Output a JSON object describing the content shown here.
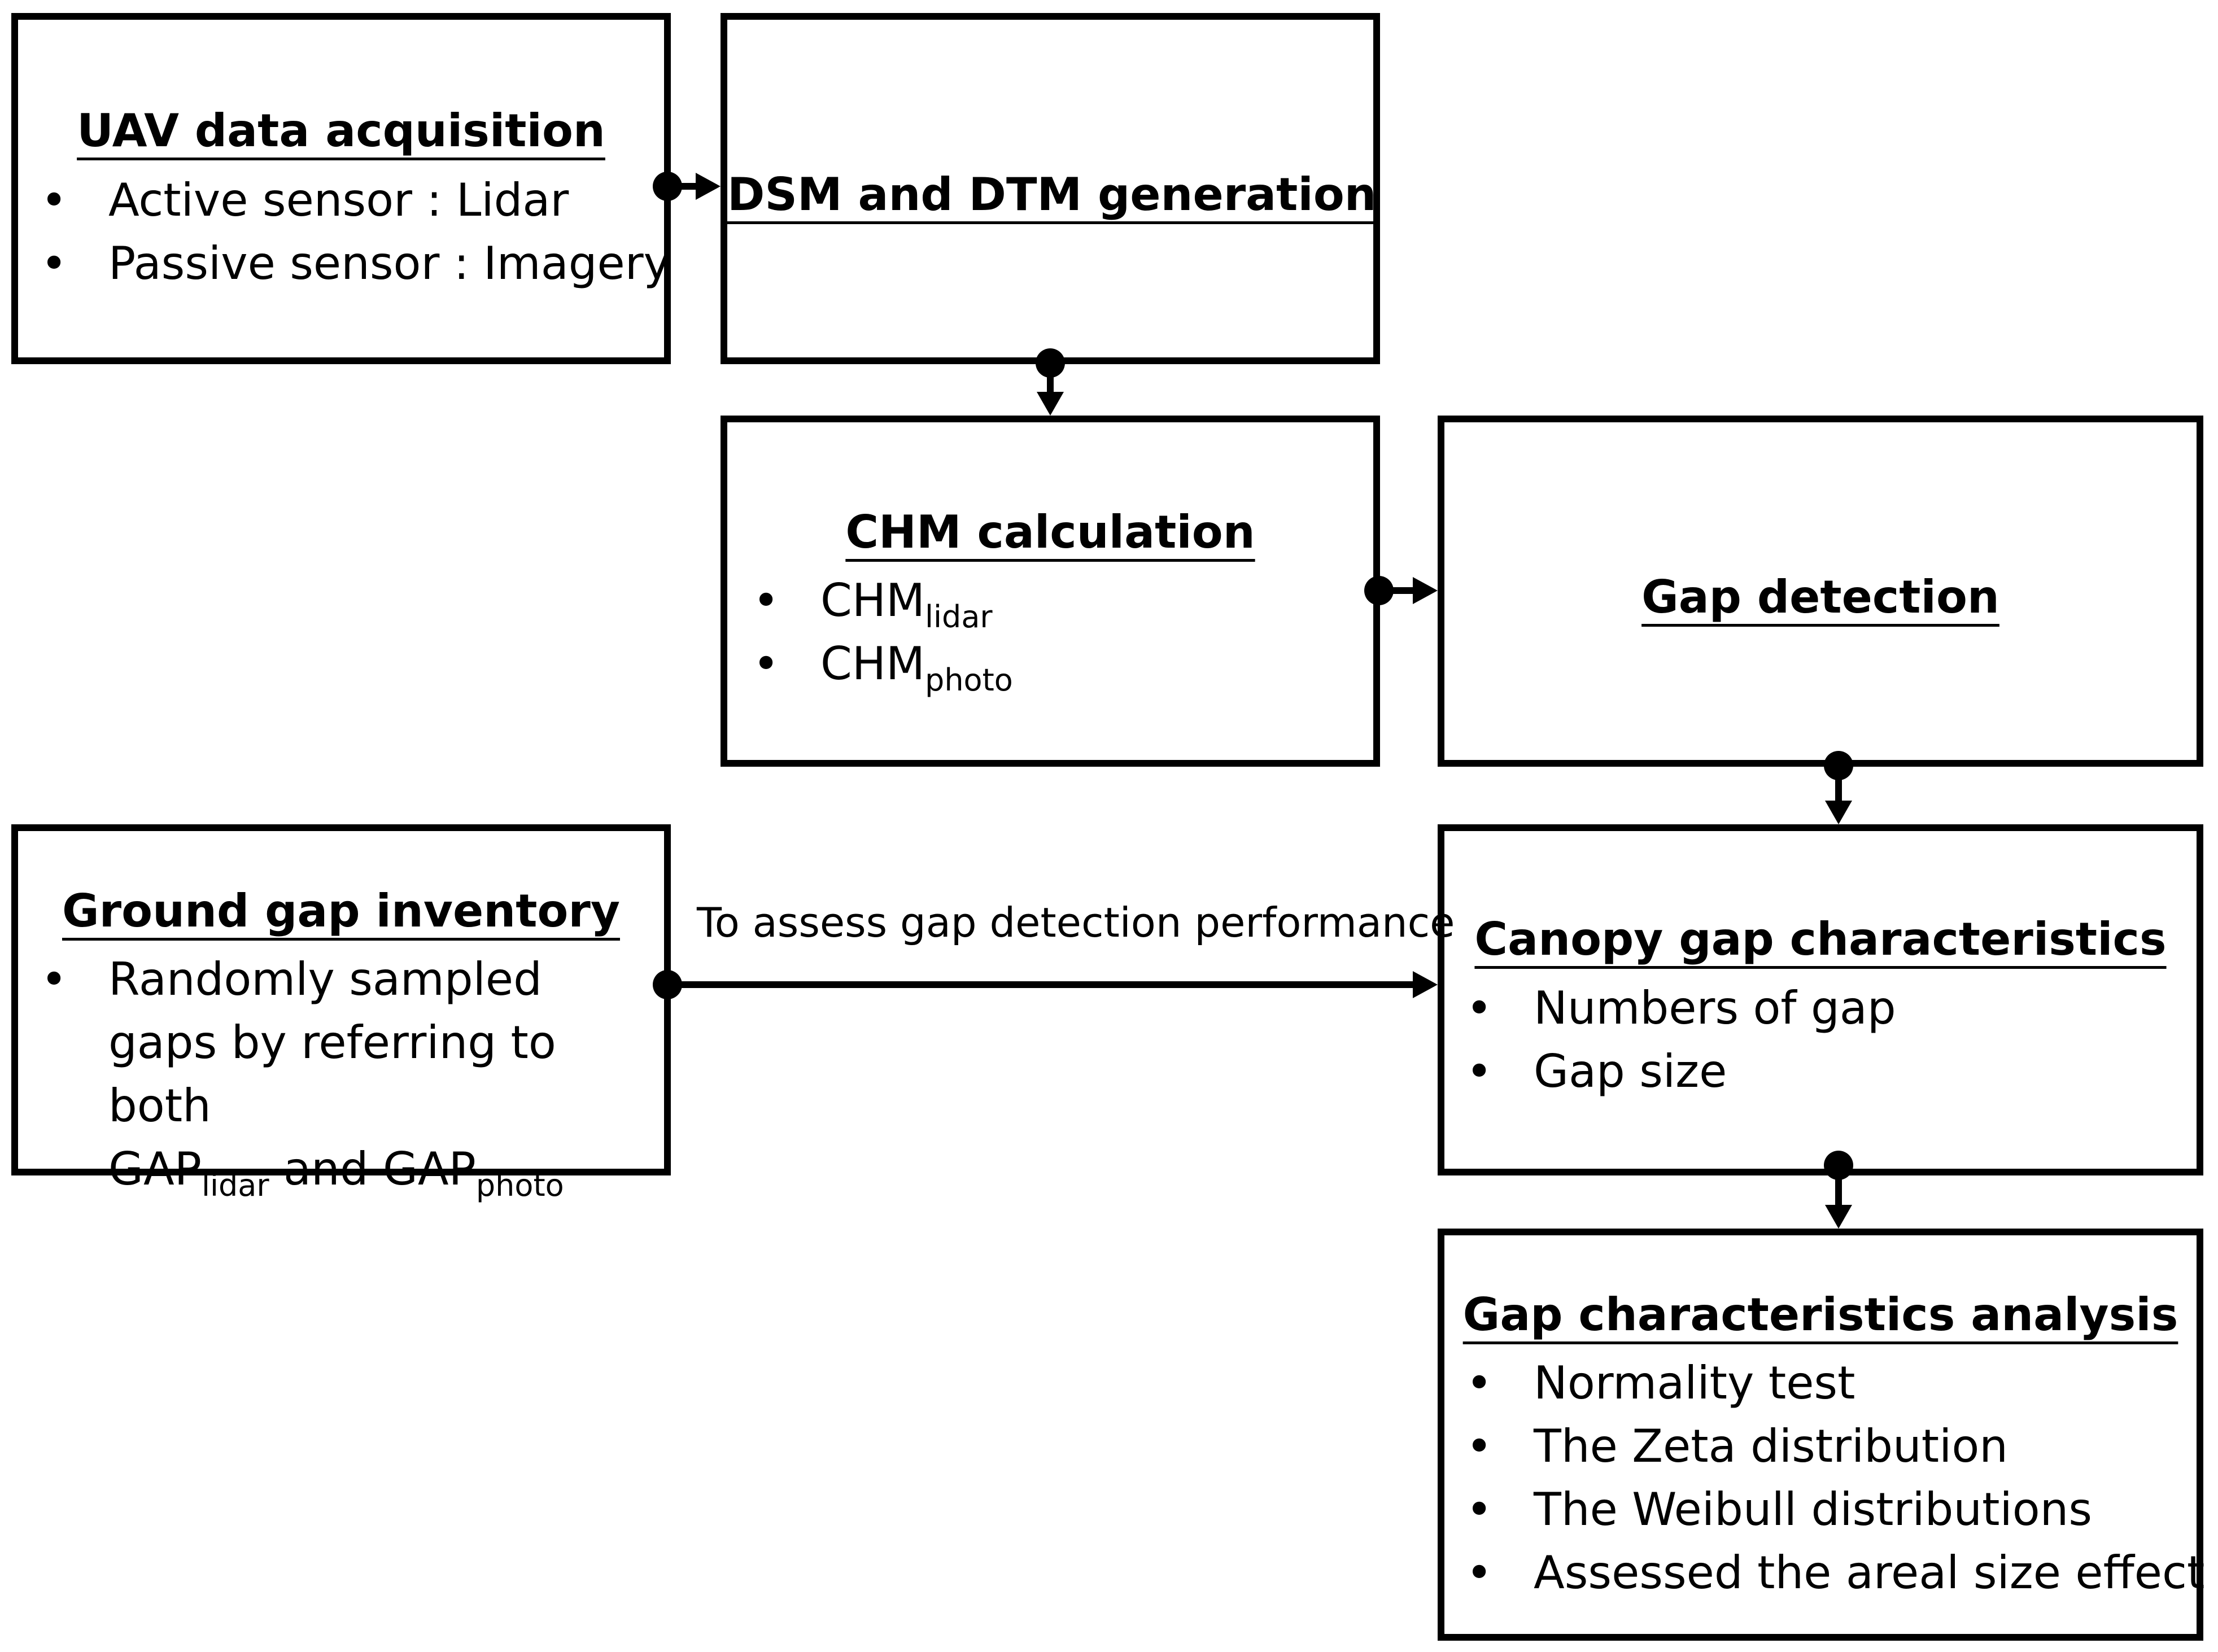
{
  "boxes": {
    "uav": {
      "title": "UAV data acquisition",
      "bullets": [
        "Active sensor : Lidar",
        "Passive sensor : Imagery"
      ]
    },
    "dsm": {
      "title": "DSM and DTM generation"
    },
    "chm": {
      "title": "CHM calculation",
      "bullets": [
        {
          "base": "CHM",
          "sub": "lidar"
        },
        {
          "base": "CHM",
          "sub": "photo"
        }
      ]
    },
    "gap_detection": {
      "title": "Gap detection"
    },
    "ground": {
      "title": "Ground gap inventory",
      "bullet_line1": "Randomly sampled gaps by referring to both",
      "gap_base": "GAP",
      "gap_sub1": "lidar",
      "gap_and": "and",
      "gap_sub2": "photo"
    },
    "canopy": {
      "title": "Canopy gap characteristics",
      "bullets": [
        "Numbers of gap",
        "Gap size"
      ]
    },
    "analysis": {
      "title": "Gap characteristics analysis",
      "bullets": [
        "Normality test",
        "The Zeta distribution",
        "The Weibull distributions",
        "Assessed the areal size effect"
      ]
    },
    "bullet_symbol": "•"
  },
  "connector_label": "To assess gap detection performance"
}
